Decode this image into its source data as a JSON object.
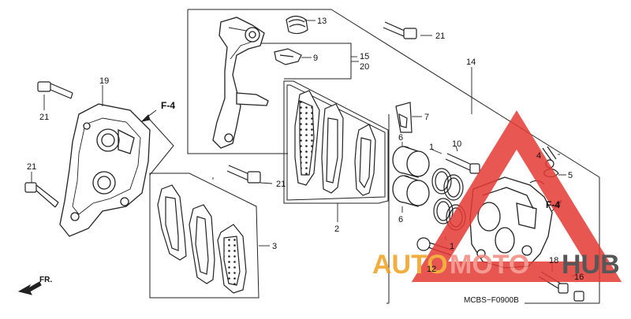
{
  "diagram": {
    "part_numbers": {
      "p1a": "1",
      "p1b": "1",
      "p2": "2",
      "p3": "3",
      "p4": "4",
      "p5": "5",
      "p6a": "6",
      "p6b": "6",
      "p7": "7",
      "p9": "9",
      "p10": "10",
      "p12": "12",
      "p13": "13",
      "p14": "14",
      "p15": "15",
      "p16": "16",
      "p18": "18",
      "p19": "19",
      "p20": "20",
      "p21a": "21",
      "p21b": "21",
      "p21c": "21",
      "p21d": "21"
    },
    "ref_labels": {
      "f4_left": "F-4",
      "f4_right": "F-4"
    },
    "direction_label": "FR.",
    "diagram_code": "MCBS−F0900B"
  },
  "watermark": {
    "text_auto": "AUTO",
    "text_moto": "MOTO",
    "text_hub": "HUB",
    "colors": {
      "triangle": "#e53935",
      "auto": "#f0a020",
      "moto": "#f28a80",
      "hub": "#3a3a3a"
    }
  }
}
